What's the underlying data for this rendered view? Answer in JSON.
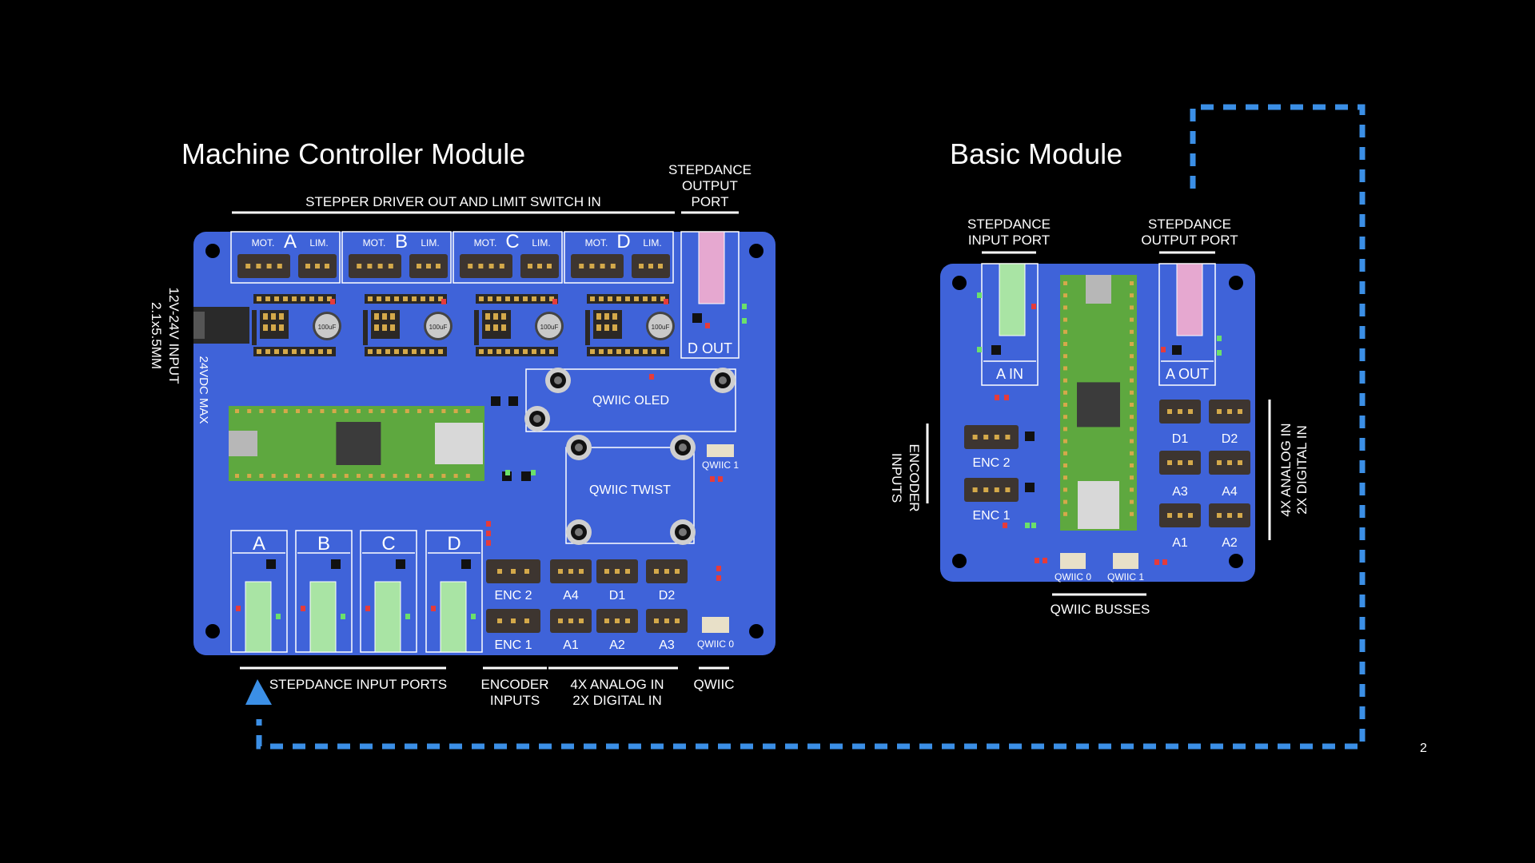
{
  "slide": {
    "page_number": "2"
  },
  "colors": {
    "background": "#000000",
    "board": "#3f63d9",
    "board_stroke": "#8da2f0",
    "flow_arrow": "#3b8fe6",
    "pico": "#5ea83f",
    "input_jack": "#a9e4a4",
    "output_jack": "#e6a8d0",
    "connector": "#3d3530",
    "pin": "#d4a94a"
  },
  "machine": {
    "title": "Machine Controller Module",
    "stepper_header": "STEPPER DRIVER OUT AND LIMIT SWITCH IN",
    "output_port_title": [
      "STEPDANCE",
      "OUTPUT",
      "PORT"
    ],
    "power_labels": [
      "12V-24V INPUT",
      "2.1x5.5MM"
    ],
    "max_label": "24VDC MAX",
    "mot_label": "MOT.",
    "lim_label": "LIM.",
    "axes": [
      "A",
      "B",
      "C",
      "D"
    ],
    "cap_label": "100uF",
    "dout": "D OUT",
    "oled": "QWIIC OLED",
    "twist": "QWIIC TWIST",
    "qwiic1": "QWIIC 1",
    "qwiic0": "QWIIC 0",
    "input_ports": [
      "A",
      "B",
      "C",
      "D"
    ],
    "connectors_top": [
      "ENC 2",
      "A4",
      "D1",
      "D2"
    ],
    "connectors_bottom": [
      "ENC 1",
      "A1",
      "A2",
      "A3"
    ],
    "bottom_labels": {
      "input_ports": "STEPDANCE INPUT PORTS",
      "encoder": [
        "ENCODER",
        "INPUTS"
      ],
      "analog": [
        "4X ANALOG IN",
        "2X DIGITAL IN"
      ],
      "qwiic": "QWIIC"
    }
  },
  "basic": {
    "title": "Basic Module",
    "input_port_title": [
      "STEPDANCE",
      "INPUT PORT"
    ],
    "output_port_title": [
      "STEPDANCE",
      "OUTPUT PORT"
    ],
    "a_in": "A IN",
    "a_out": "A OUT",
    "encoder_labels": [
      "ENCODER",
      "INPUTS"
    ],
    "enc": [
      "ENC 2",
      "ENC 1"
    ],
    "io_left": [
      "D1",
      "A3",
      "A1"
    ],
    "io_right": [
      "D2",
      "A4",
      "A2"
    ],
    "analog_labels": [
      "4X ANALOG IN",
      "2X DIGITAL IN"
    ],
    "qwiic": [
      "QWIIC 0",
      "QWIIC 1"
    ],
    "qwiic_busses": "QWIIC BUSSES"
  }
}
